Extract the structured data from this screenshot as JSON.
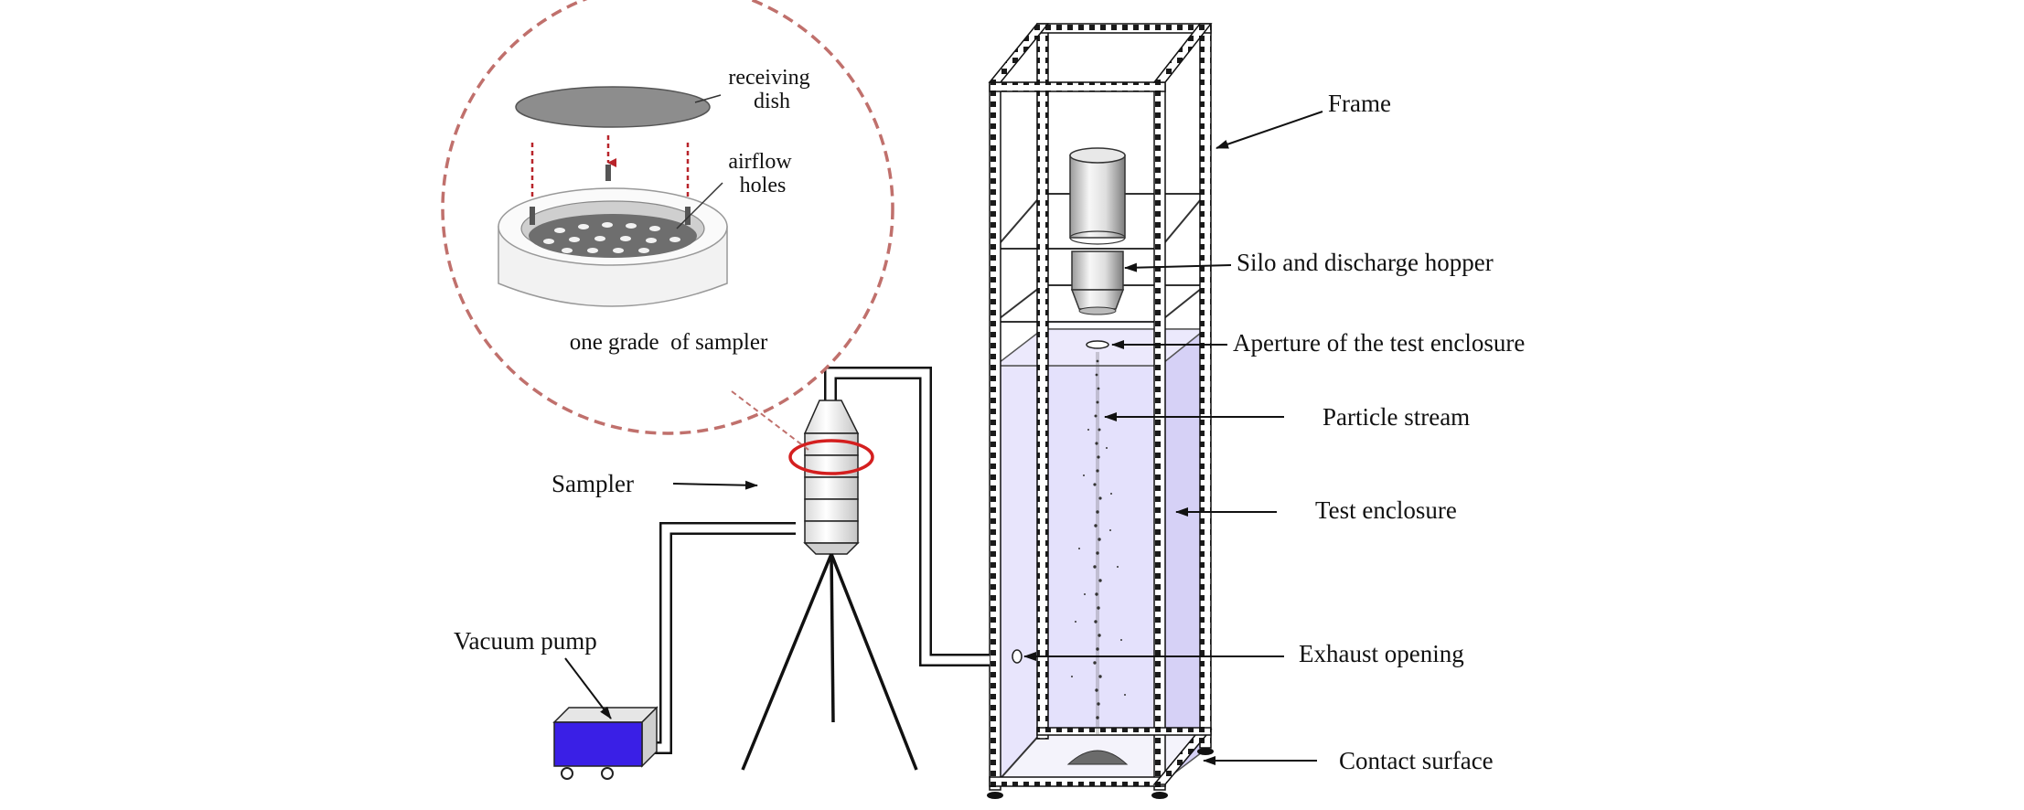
{
  "labels": {
    "receiving_dish": [
      "receiving",
      "dish"
    ],
    "airflow_holes": [
      "airflow",
      "holes"
    ],
    "one_grade": "one grade  of sampler",
    "sampler": "Sampler",
    "vacuum_pump": "Vacuum pump",
    "frame": "Frame",
    "silo": "Silo and discharge hopper",
    "aperture": "Aperture of the test enclosure",
    "particle_stream": "Particle stream",
    "test_enclosure": "Test enclosure",
    "exhaust_opening": "Exhaust opening",
    "contact_surface": "Contact surface"
  },
  "colors": {
    "enclosure_fill": "#e4e0fb",
    "pump": "#3a1fe6",
    "zoom_circle": "#c0706c",
    "highlight_ring": "#d41f1f",
    "drop_arrow": "#b8242a",
    "metal_light": "#f2f2f2",
    "metal_dark": "#8a8a8a",
    "dish": "#8d8d8d",
    "line": "#111111"
  }
}
